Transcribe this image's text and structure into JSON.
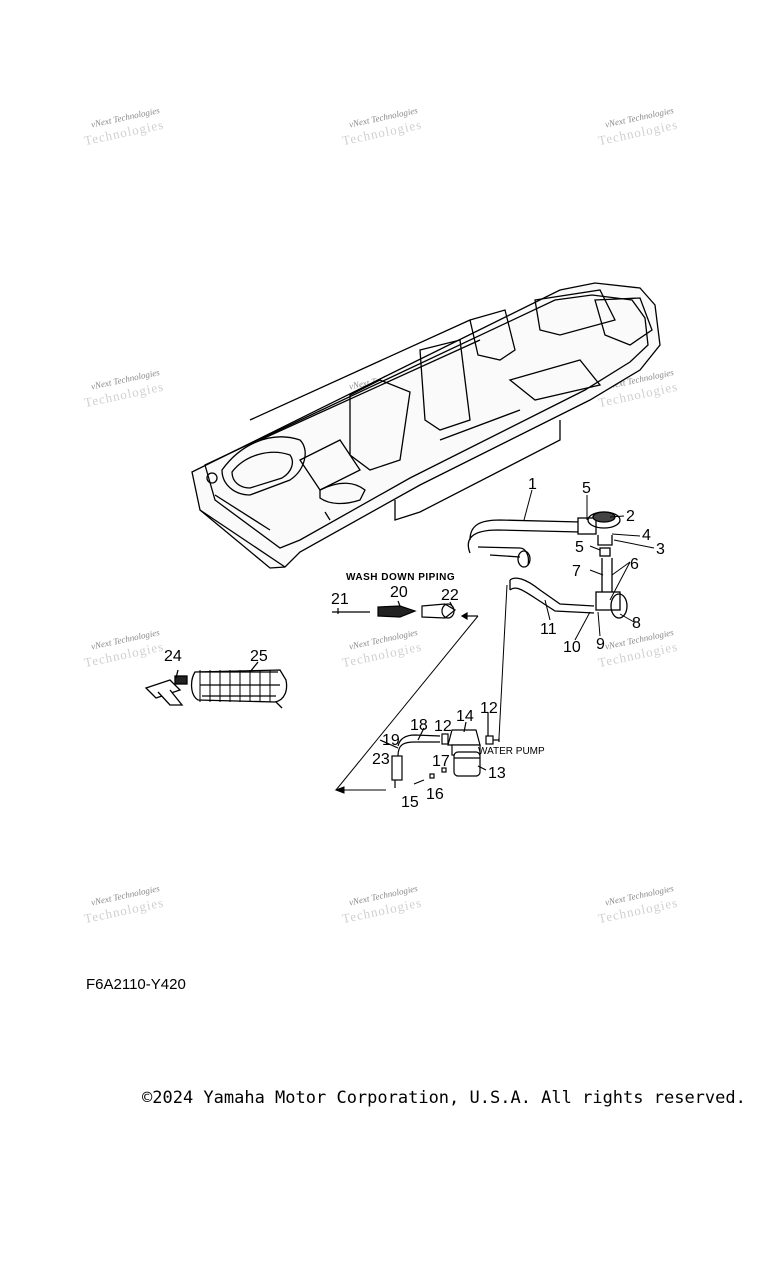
{
  "watermark": {
    "line1": "vNext Technologies",
    "line2": "Technologies"
  },
  "diagram": {
    "section_heading": "WASH DOWN PIPING",
    "pump_label": "WATER PUMP",
    "callouts": [
      "1",
      "2",
      "3",
      "4",
      "5",
      "5",
      "6",
      "7",
      "8",
      "9",
      "10",
      "11",
      "12",
      "12",
      "13",
      "14",
      "15",
      "16",
      "17",
      "18",
      "19",
      "20",
      "21",
      "22",
      "23",
      "24",
      "25"
    ]
  },
  "footer": {
    "ref_code": "F6A2110-Y420",
    "copyright": "©2024 Yamaha Motor Corporation, U.S.A. All rights reserved."
  }
}
